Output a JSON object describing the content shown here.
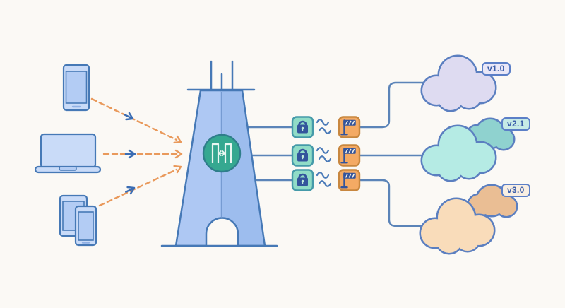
{
  "devices": [
    {
      "icon": "smartphone-icon"
    },
    {
      "icon": "laptop-icon"
    },
    {
      "icon": "tablet-phone-icon"
    }
  ],
  "gateway": {
    "icon": "api-gateway-icon"
  },
  "routes": [
    {
      "version": "v1.0",
      "icons": {
        "security": "lock-icon",
        "connection": "wave-icon",
        "throttle": "barrier-icon",
        "target": "cloud-icon"
      }
    },
    {
      "version": "v2.1",
      "icons": {
        "security": "lock-icon",
        "connection": "wave-icon",
        "throttle": "barrier-icon",
        "target": "cloud-icon"
      }
    },
    {
      "version": "v3.0",
      "icons": {
        "security": "lock-icon",
        "connection": "wave-icon",
        "throttle": "barrier-icon",
        "target": "cloud-icon"
      }
    }
  ],
  "colors": {
    "background": "#fbf9f5",
    "outline": "#4679b6",
    "device-fill": "#c9dbf8",
    "device-screen": "#b3ccf4",
    "tower-left": "#aec8f3",
    "tower-right": "#9dbdee",
    "tower-line": "#6d93cc",
    "circle-fill": "#35a890",
    "circle-stroke": "#2f7e8a",
    "icon-light": "#eaf7f2",
    "connector": "#5b84b8",
    "dash-orange": "#e9995b",
    "arrow-blue": "#3b6db3",
    "lock-fill": "#90dcc7",
    "lock-stroke": "#459aa9",
    "glyph-navy": "#33549c",
    "flag-fill": "#f4aa64",
    "flag-stroke": "#c8873f",
    "stripe-light": "#f6f0e4",
    "cloud-outline": "#5b7fc0",
    "cloud1-fill": "#dedbf1",
    "cloud2-fill": "#b5ebe4",
    "cloud2b-fill": "#8fd2cf",
    "cloud3-fill": "#f9dcba",
    "cloud3b-fill": "#eabe94",
    "badge-border": "#5b7fc7",
    "badge-text": "#3a5da9",
    "badge1-fill": "#e9e7f7",
    "badge2-fill": "#c6eae6",
    "badge3-fill": "#f9efe2"
  }
}
